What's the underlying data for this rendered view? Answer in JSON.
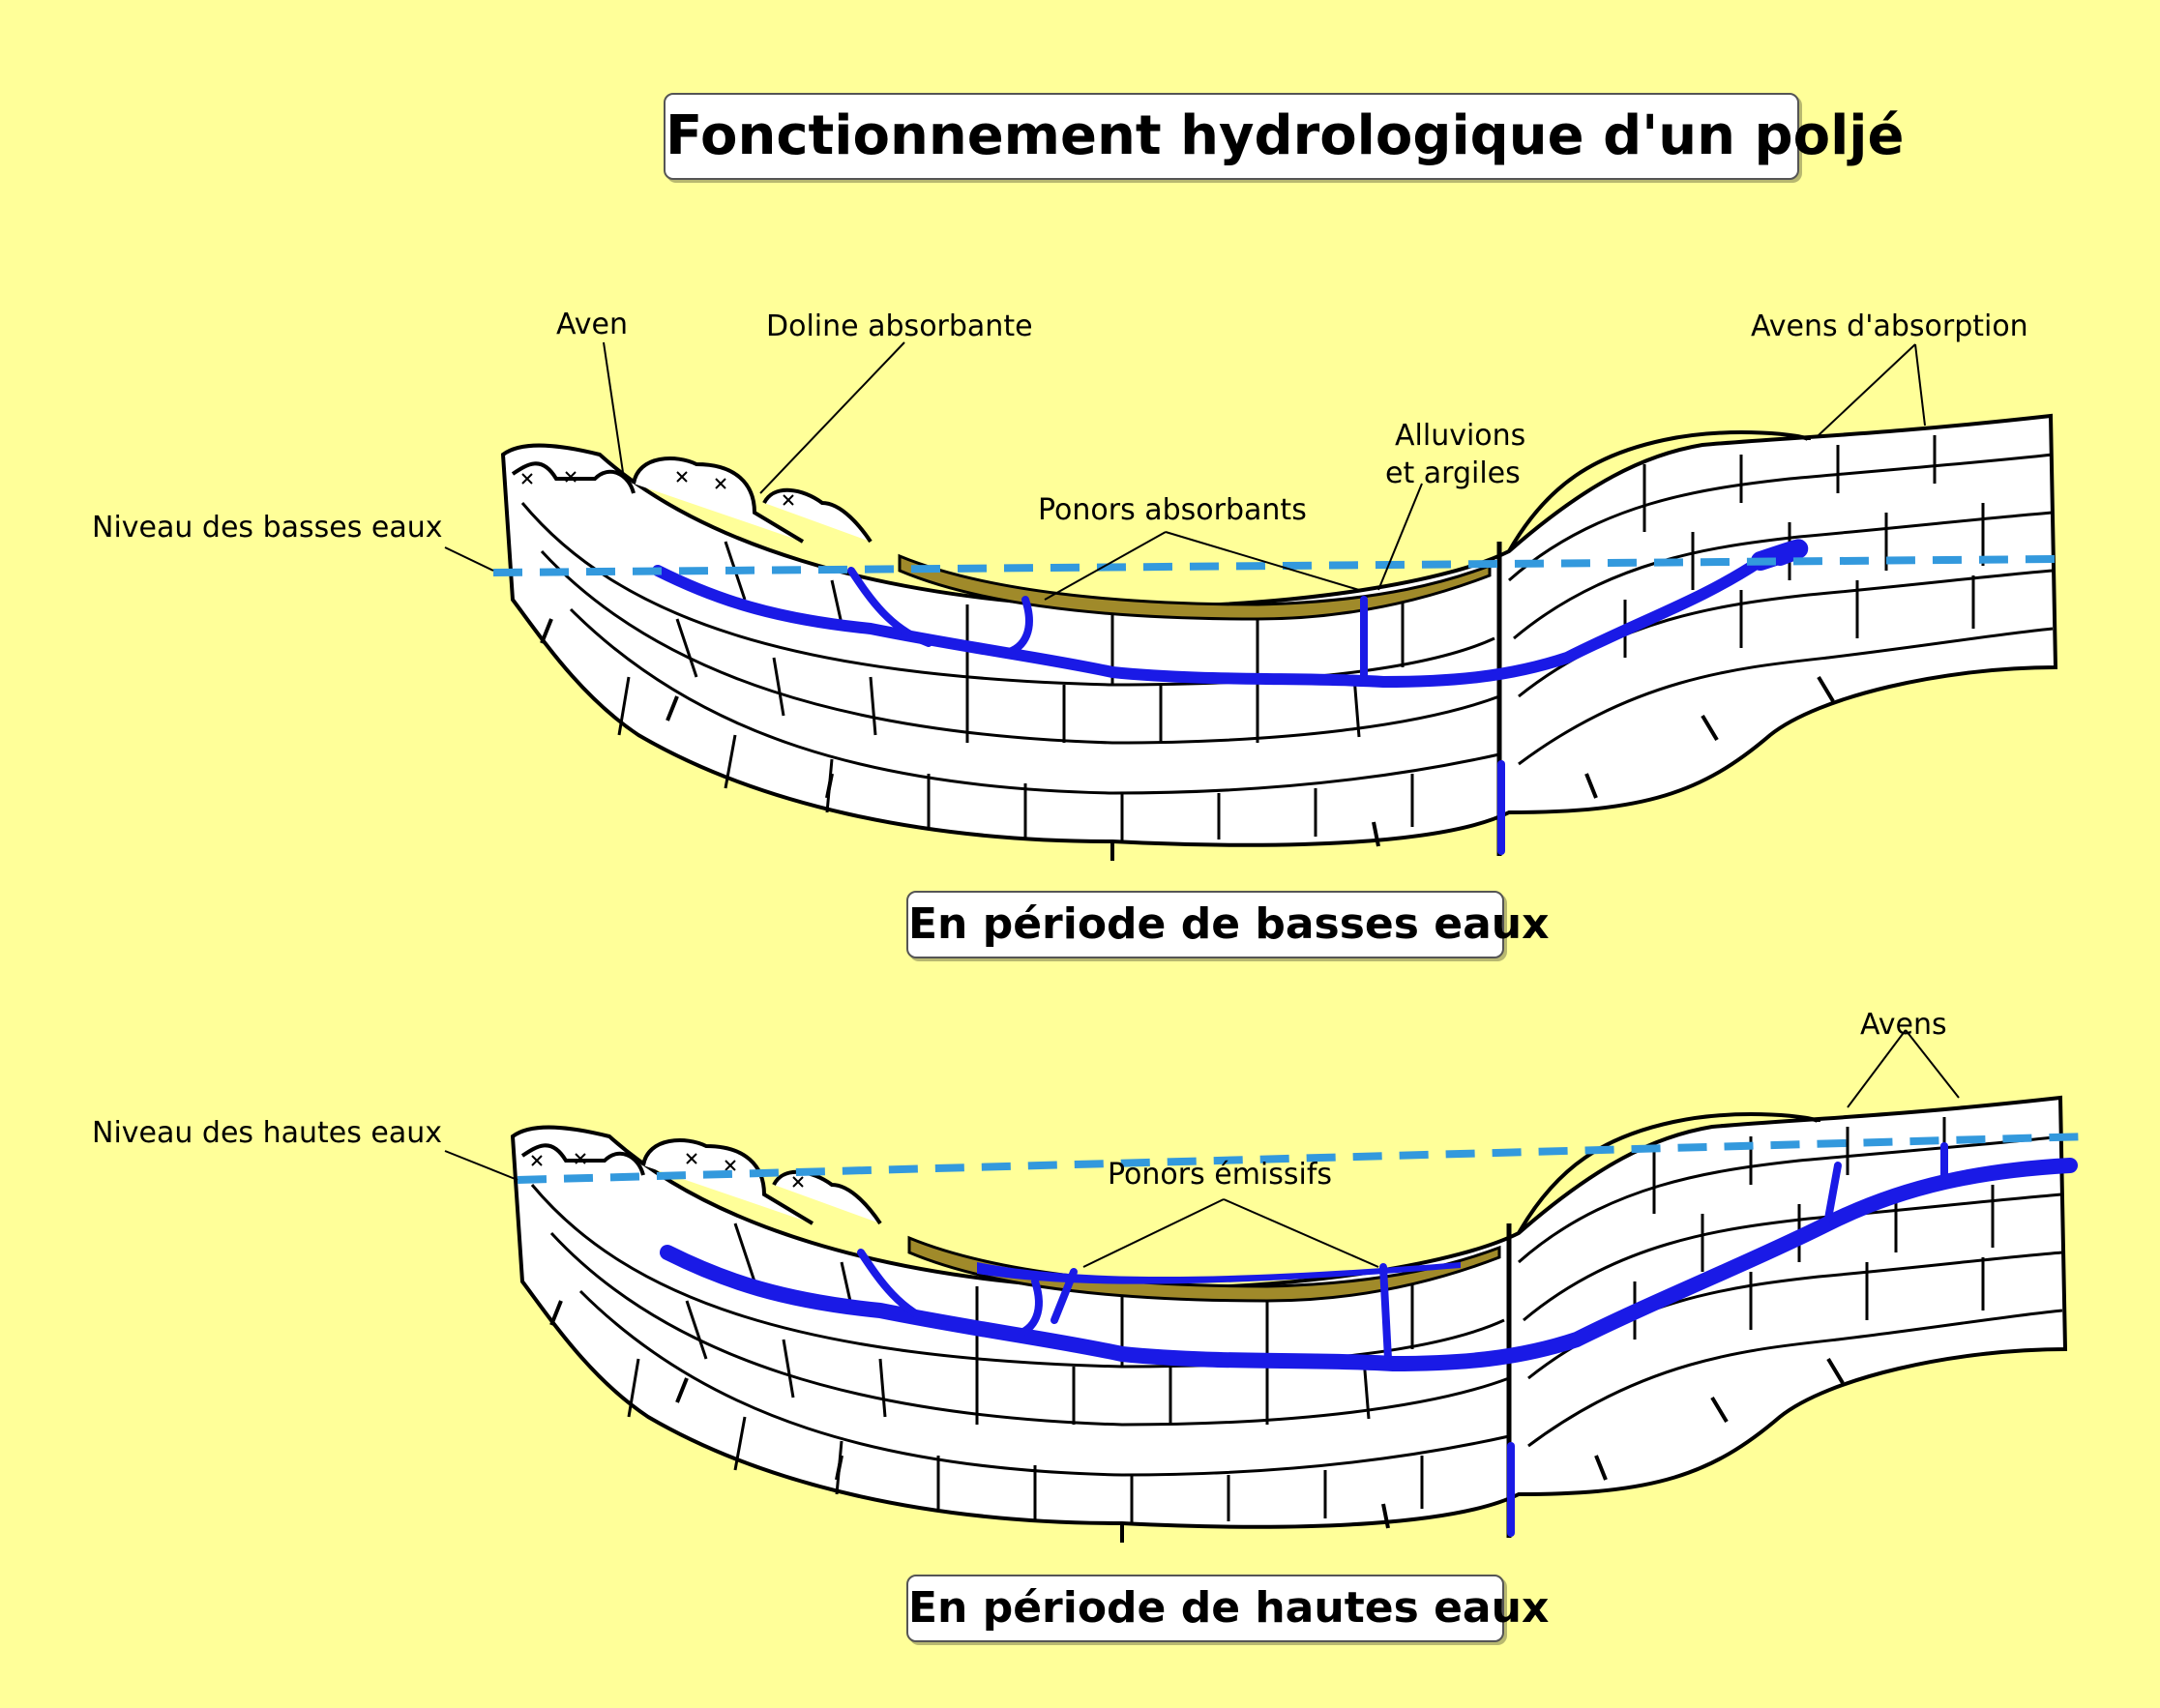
{
  "title": "Fonctionnement hydrologique d'un poljé",
  "captions": {
    "low": "En période de basses eaux",
    "high": "En période de hautes eaux"
  },
  "labels_low": {
    "aven": "Aven",
    "doline": "Doline absorbante",
    "avens_absorption": "Avens d'absorption",
    "alluvions_1": "Alluvions",
    "alluvions_2": "et argiles",
    "ponors_absorbants": "Ponors absorbants",
    "niveau_basses": "Niveau des basses eaux"
  },
  "labels_high": {
    "avens": "Avens",
    "niveau_hautes": "Niveau des hautes eaux",
    "ponors_emissifs": "Ponors émissifs"
  },
  "colors": {
    "background": "#FFFF99",
    "water": "#1a1ae6",
    "water_level": "#3399dd",
    "alluvium": "#a08a2a",
    "rock": "#ffffff",
    "outline": "#000000"
  }
}
